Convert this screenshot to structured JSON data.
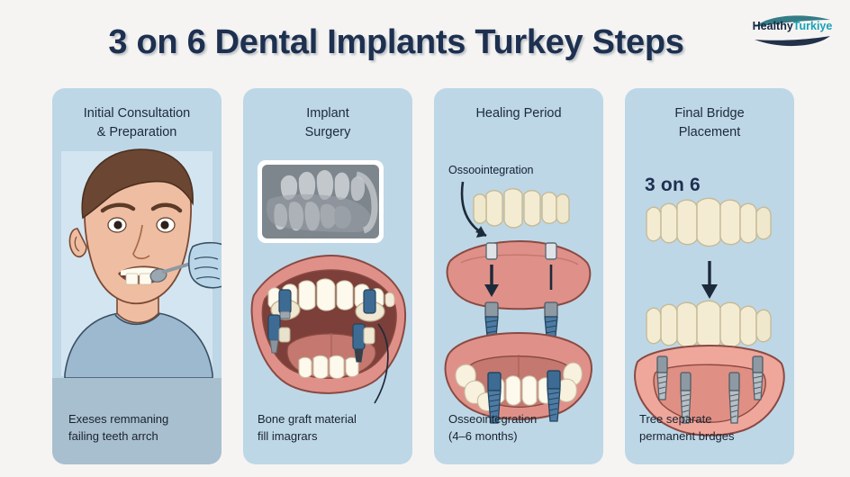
{
  "header": {
    "title": "3 on 6 Dental Implants Turkey Steps",
    "logo": {
      "primary": "Healthy",
      "secondary": "Turkiye",
      "primary_color": "#16263f",
      "secondary_color": "#17a2b8"
    }
  },
  "theme": {
    "background": "#f5f4f2",
    "panel_background": "#bdd7e7",
    "caption_background": "#a8bfd0",
    "title_color": "#1d3050",
    "text_color": "#1a222e",
    "gum_color": "#e8978b",
    "tooth_color": "#f6efd9",
    "implant_color": "#3d6b93",
    "xray_color": "#8b9298"
  },
  "panels": [
    {
      "index": 1,
      "title": "Initial Consultation\n& Preparation",
      "title_line1": "Initial Consultation",
      "title_line2": "& Preparation",
      "caption_line1": "Exeses remmaning",
      "caption_line2": "failing teeth arrch",
      "illustration": "patient-face-with-dental-mirror"
    },
    {
      "index": 2,
      "title": "Implant\nSurgery",
      "title_line1": "Implant",
      "title_line2": "Surgery",
      "caption_line1": "Bone graft material",
      "caption_line2": "fill imagrars",
      "illustration": "dental-xray-and-open-mouth-with-implants"
    },
    {
      "index": 3,
      "title": "Healing Period",
      "title_line1": "Healing Period",
      "title_line2": "",
      "annotation": "Ossoointegration",
      "caption_line1": "Osseointegration",
      "caption_line2": "(4–6 months)",
      "illustration": "jaw-arches-with-osseointegrating-implants"
    },
    {
      "index": 4,
      "title": "Final Bridge\nPlacement",
      "title_line1": "Final Bridge",
      "title_line2": "Placement",
      "big_label": "3 on 6",
      "caption_line1": "Tree separate",
      "caption_line2": "permanent brdges",
      "illustration": "three-bridges-over-six-implants-arch"
    }
  ]
}
